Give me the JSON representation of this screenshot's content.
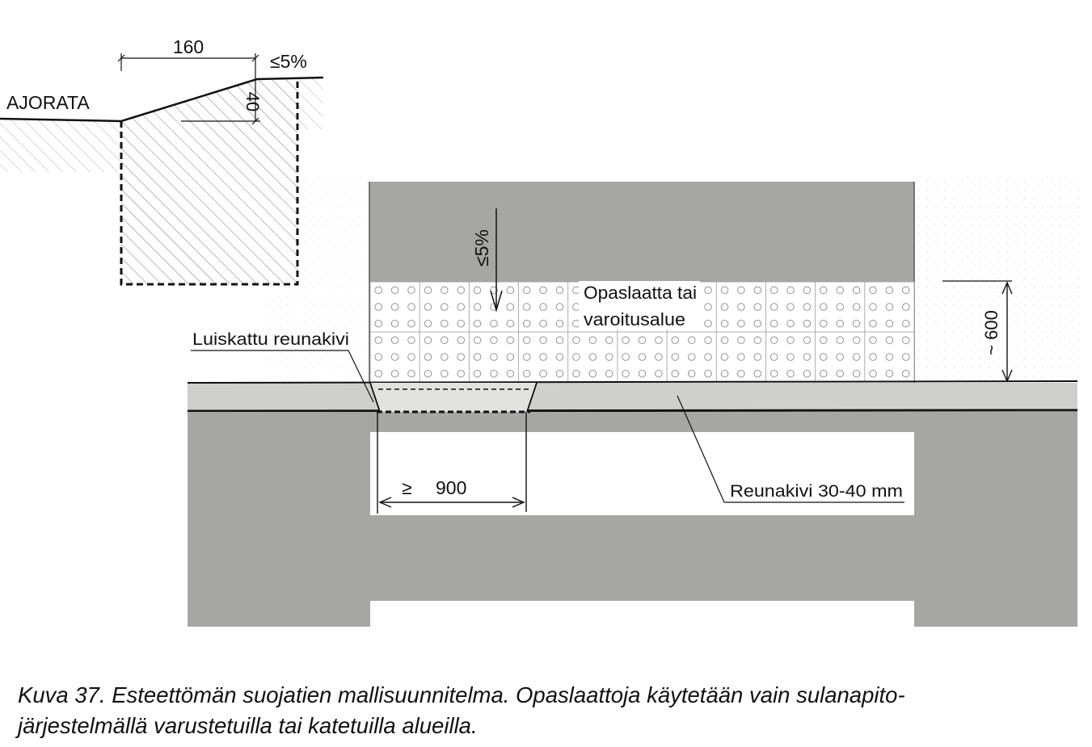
{
  "section_drawing": {
    "road_label": "AJORATA",
    "width_dimension": "160",
    "height_dimension": "40",
    "slope_label": "≤5%"
  },
  "plan_drawing": {
    "slope_label": "≤5%",
    "tactile_area_line1": "Opaslaatta tai",
    "tactile_area_line2": "varoitusalue",
    "ramp_curb_label": "Luiskattu reunakivi",
    "curb_label": "Reunakivi 30-40 mm",
    "width_symbol": "≥",
    "width_value": "900",
    "depth_label": "~ 600"
  },
  "caption": {
    "line1": "Kuva 37. Esteettömän suojatien mallisuunnitelma. Opaslaattoja käytetään vain sulanapito-",
    "line2": "järjestelmällä varustetuilla tai katetuilla alueilla."
  },
  "colors": {
    "asphalt": "#a6a6a4",
    "curb": "#cfcfcd",
    "line": "#111111",
    "tile_circle": "#8a8a8a"
  }
}
